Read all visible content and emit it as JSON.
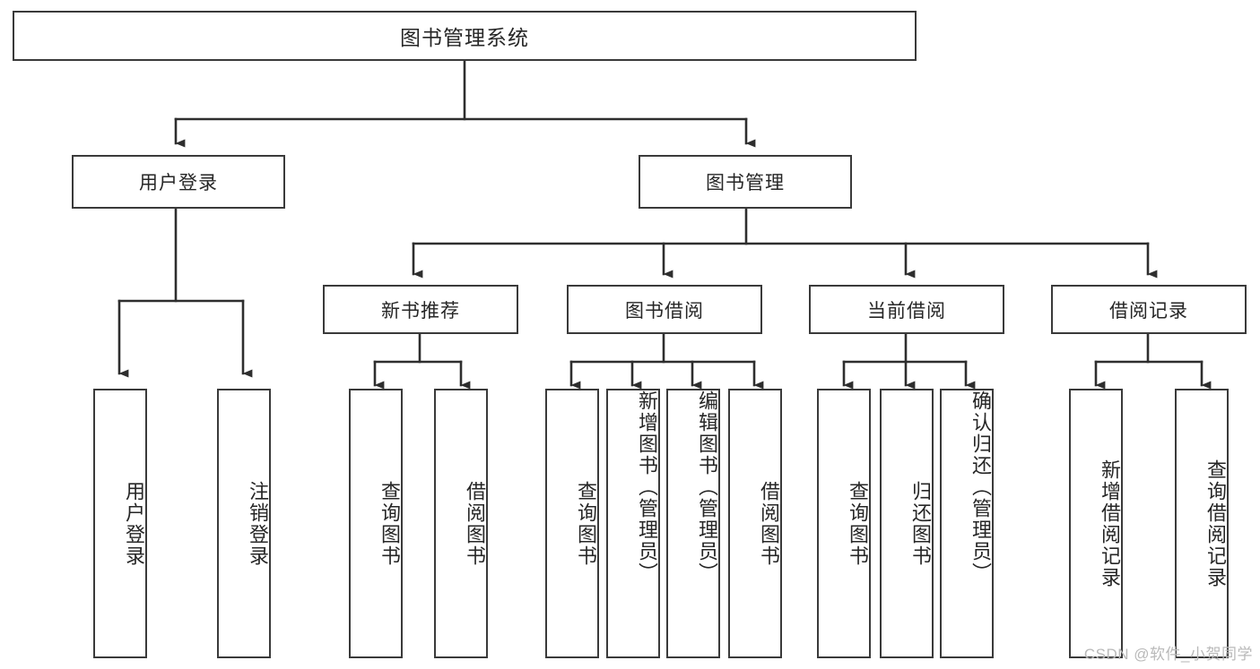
{
  "diagram": {
    "title": "图书管理系统",
    "type": "functional-structure-tree",
    "colors": {
      "box_border": "#3a3a3a",
      "box_fill": "#ffffff",
      "connector": "#2e2e2e",
      "text": "#262626",
      "watermark": "#b9b9b9",
      "background": "#ffffff"
    },
    "root": {
      "label": "图书管理系统"
    },
    "tier2": [
      {
        "id": "user-login",
        "label": "用户登录"
      },
      {
        "id": "book-management",
        "label": "图书管理"
      }
    ],
    "tier3": [
      {
        "id": "new-book-recommend",
        "label": "新书推荐",
        "parent": "book-management"
      },
      {
        "id": "book-borrow",
        "label": "图书借阅",
        "parent": "book-management"
      },
      {
        "id": "current-borrow",
        "label": "当前借阅",
        "parent": "book-management"
      },
      {
        "id": "borrow-record",
        "label": "借阅记录",
        "parent": "book-management"
      }
    ],
    "leaves": [
      {
        "id": "leaf-user-login",
        "label": "用户登录",
        "parent": "user-login"
      },
      {
        "id": "leaf-user-logout",
        "label": "注销登录",
        "parent": "user-login"
      },
      {
        "id": "leaf-query-book-1",
        "label": "查询图书",
        "parent": "new-book-recommend"
      },
      {
        "id": "leaf-borrow-book-1",
        "label": "借阅图书",
        "parent": "new-book-recommend"
      },
      {
        "id": "leaf-query-book-2",
        "label": "查询图书",
        "parent": "book-borrow"
      },
      {
        "id": "leaf-add-book",
        "label": "新增图书（管理员）",
        "parent": "book-borrow"
      },
      {
        "id": "leaf-edit-book",
        "label": "编辑图书（管理员）",
        "parent": "book-borrow"
      },
      {
        "id": "leaf-borrow-book-2",
        "label": "借阅图书",
        "parent": "book-borrow"
      },
      {
        "id": "leaf-query-book-3",
        "label": "查询图书",
        "parent": "current-borrow"
      },
      {
        "id": "leaf-return-book",
        "label": "归还图书",
        "parent": "current-borrow"
      },
      {
        "id": "leaf-confirm-return",
        "label": "确认归还（管理员）",
        "parent": "current-borrow"
      },
      {
        "id": "leaf-add-record",
        "label": "新增借阅记录",
        "parent": "borrow-record"
      },
      {
        "id": "leaf-query-record",
        "label": "查询借阅记录",
        "parent": "borrow-record"
      }
    ],
    "watermark": "CSDN @软件_小贺同学"
  }
}
